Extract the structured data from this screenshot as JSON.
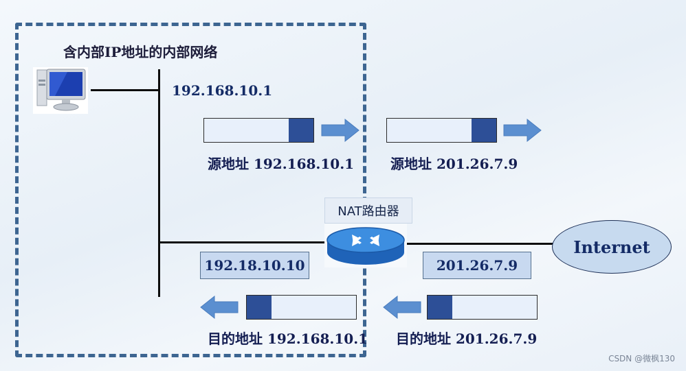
{
  "network_title": "含内部IP地址的内部网络",
  "host_ip": "192.168.10.1",
  "outbound": {
    "left_label": "源地址 192.168.10.1",
    "right_label": "源地址 201.26.7.9"
  },
  "router": {
    "label": "NAT路由器"
  },
  "internet": {
    "label": "Internet"
  },
  "inbound": {
    "left_address": "192.18.10.10",
    "right_address": "201.26.7.9",
    "left_label": "目的地址 192.168.10.1",
    "right_label": "目的地址 201.26.7.9"
  },
  "watermark": "CSDN @微枫130",
  "colors": {
    "dashed_border": "#3d6591",
    "packet_header": "#2d4f97",
    "arrow": "#5b8fd0",
    "address_box": "#c8d9f0",
    "router_body": "#2f7fd6"
  },
  "icons": [
    "computer-icon",
    "router-icon",
    "arrow-right-icon",
    "arrow-left-icon"
  ]
}
